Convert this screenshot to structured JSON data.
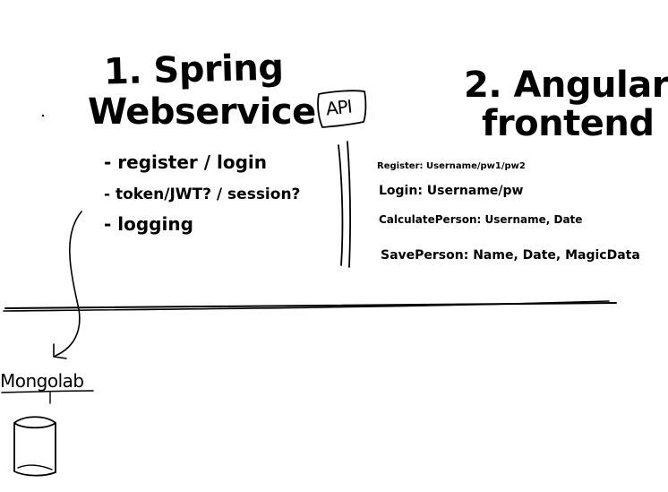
{
  "backend": {
    "title_line1": "1. Spring",
    "title_line2": "Webservice",
    "bullets": [
      "- register / login",
      "- token/JWT? / session?",
      "- logging"
    ]
  },
  "frontend": {
    "title_line1": "2. Angular",
    "title_line2": "frontend"
  },
  "api": {
    "label": "API",
    "items": [
      "Register: Username/pw1/pw2",
      "Login: Username/pw",
      "CalculatePerson: Username, Date",
      "SavePerson: Name, Date, MagicData"
    ]
  },
  "database": {
    "label": "Mongolab"
  }
}
